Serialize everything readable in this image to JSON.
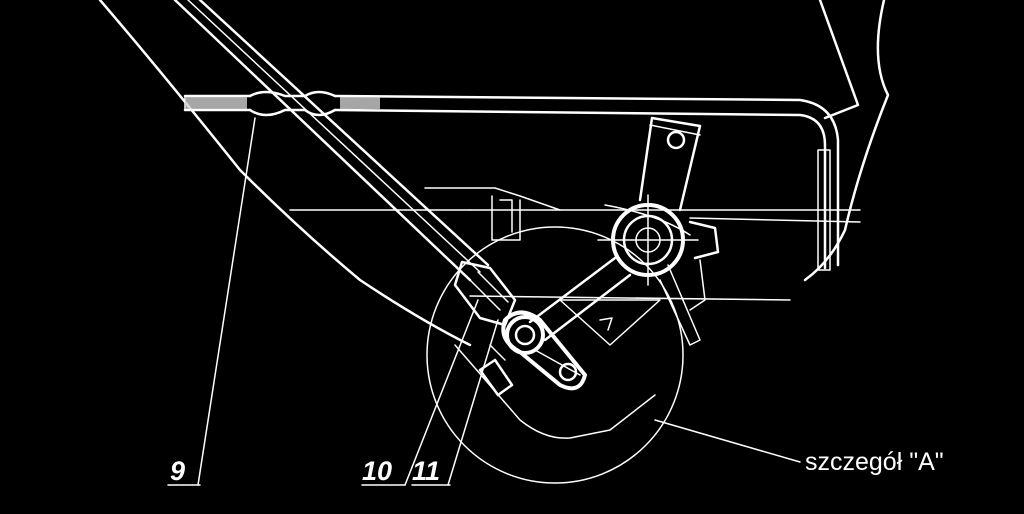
{
  "callouts": {
    "c9": "9",
    "c10": "10",
    "c11": "11"
  },
  "detail_label": "szczegół \"A\"",
  "colors": {
    "background": "#000000",
    "lines": "#ffffff"
  }
}
